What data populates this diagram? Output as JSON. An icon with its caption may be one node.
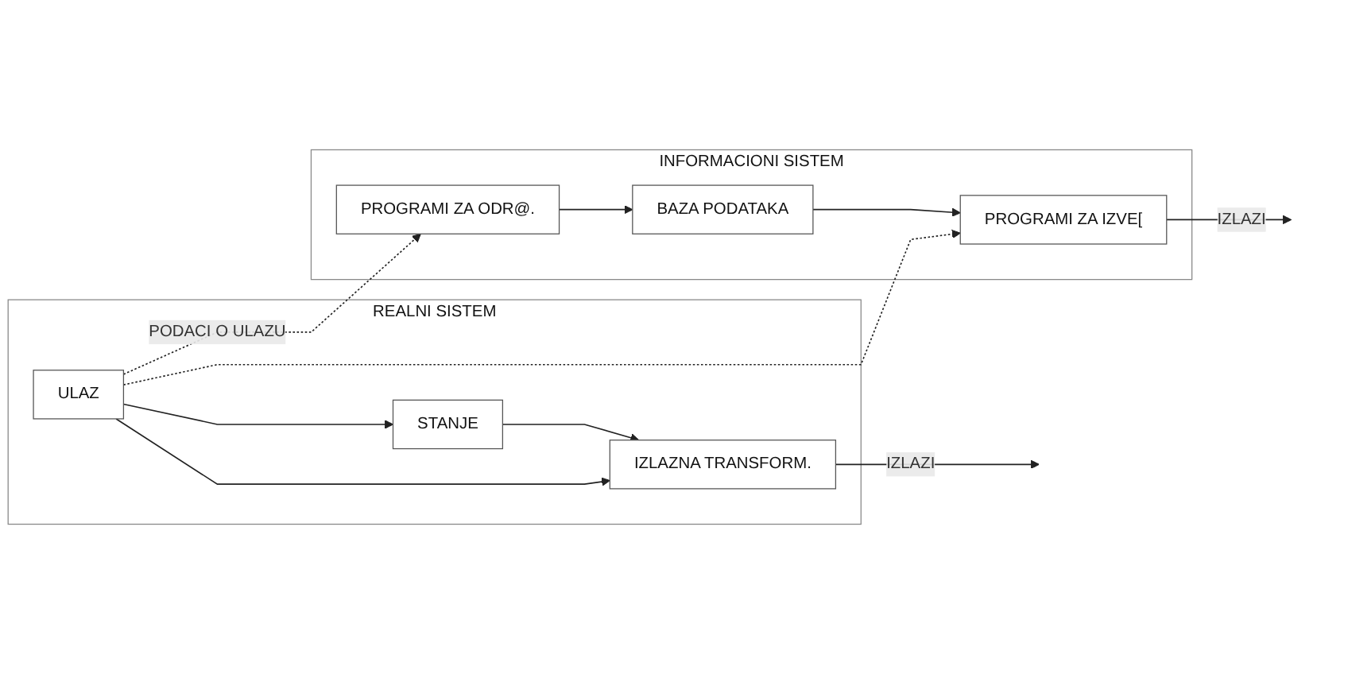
{
  "diagram": {
    "nodes": [
      {
        "text": [
          "REALNI SISTEM"
        ]
      },
      {
        "text": [
          "ULAZ"
        ],
        "in": 0
      },
      {
        "text": [
          "STANJE"
        ],
        "in": 0
      },
      {
        "text": [
          "IZLAZNA TRANSFORM."
        ],
        "in": 0
      },
      {
        "text": [
          "INFORMACIONI SISTEM"
        ]
      },
      {
        "text": [
          "PROGRAMI ZA ODR@."
        ],
        "in": 4
      },
      {
        "text": [
          "BAZA PODATAKA"
        ],
        "in": 4
      },
      {
        "text": [
          "PROGRAMI ZA IZVE["
        ],
        "in": 4
      }
    ],
    "edges": [
      {
        "from": 1,
        "to": 2,
        "arrow": "to"
      },
      {
        "from": 1,
        "to": 3,
        "arrow": "to"
      },
      {
        "from": 2,
        "to": 3,
        "arrow": "to"
      },
      {
        "from": 3,
        "to": null,
        "arrow": "to",
        "label": "IZLAZI"
      },
      {
        "from": 1,
        "to": 5,
        "arrow": "to",
        "style": "dashed",
        "label": "PODACI O ULAZU"
      },
      {
        "from": 1,
        "to": 7,
        "arrow": "to",
        "style": "dashed"
      },
      {
        "from": 5,
        "to": 6,
        "arrow": "to"
      },
      {
        "from": 6,
        "to": 7,
        "arrow": "to"
      },
      {
        "from": 7,
        "to": null,
        "arrow": "to",
        "label": "IZLAZI"
      }
    ]
  }
}
